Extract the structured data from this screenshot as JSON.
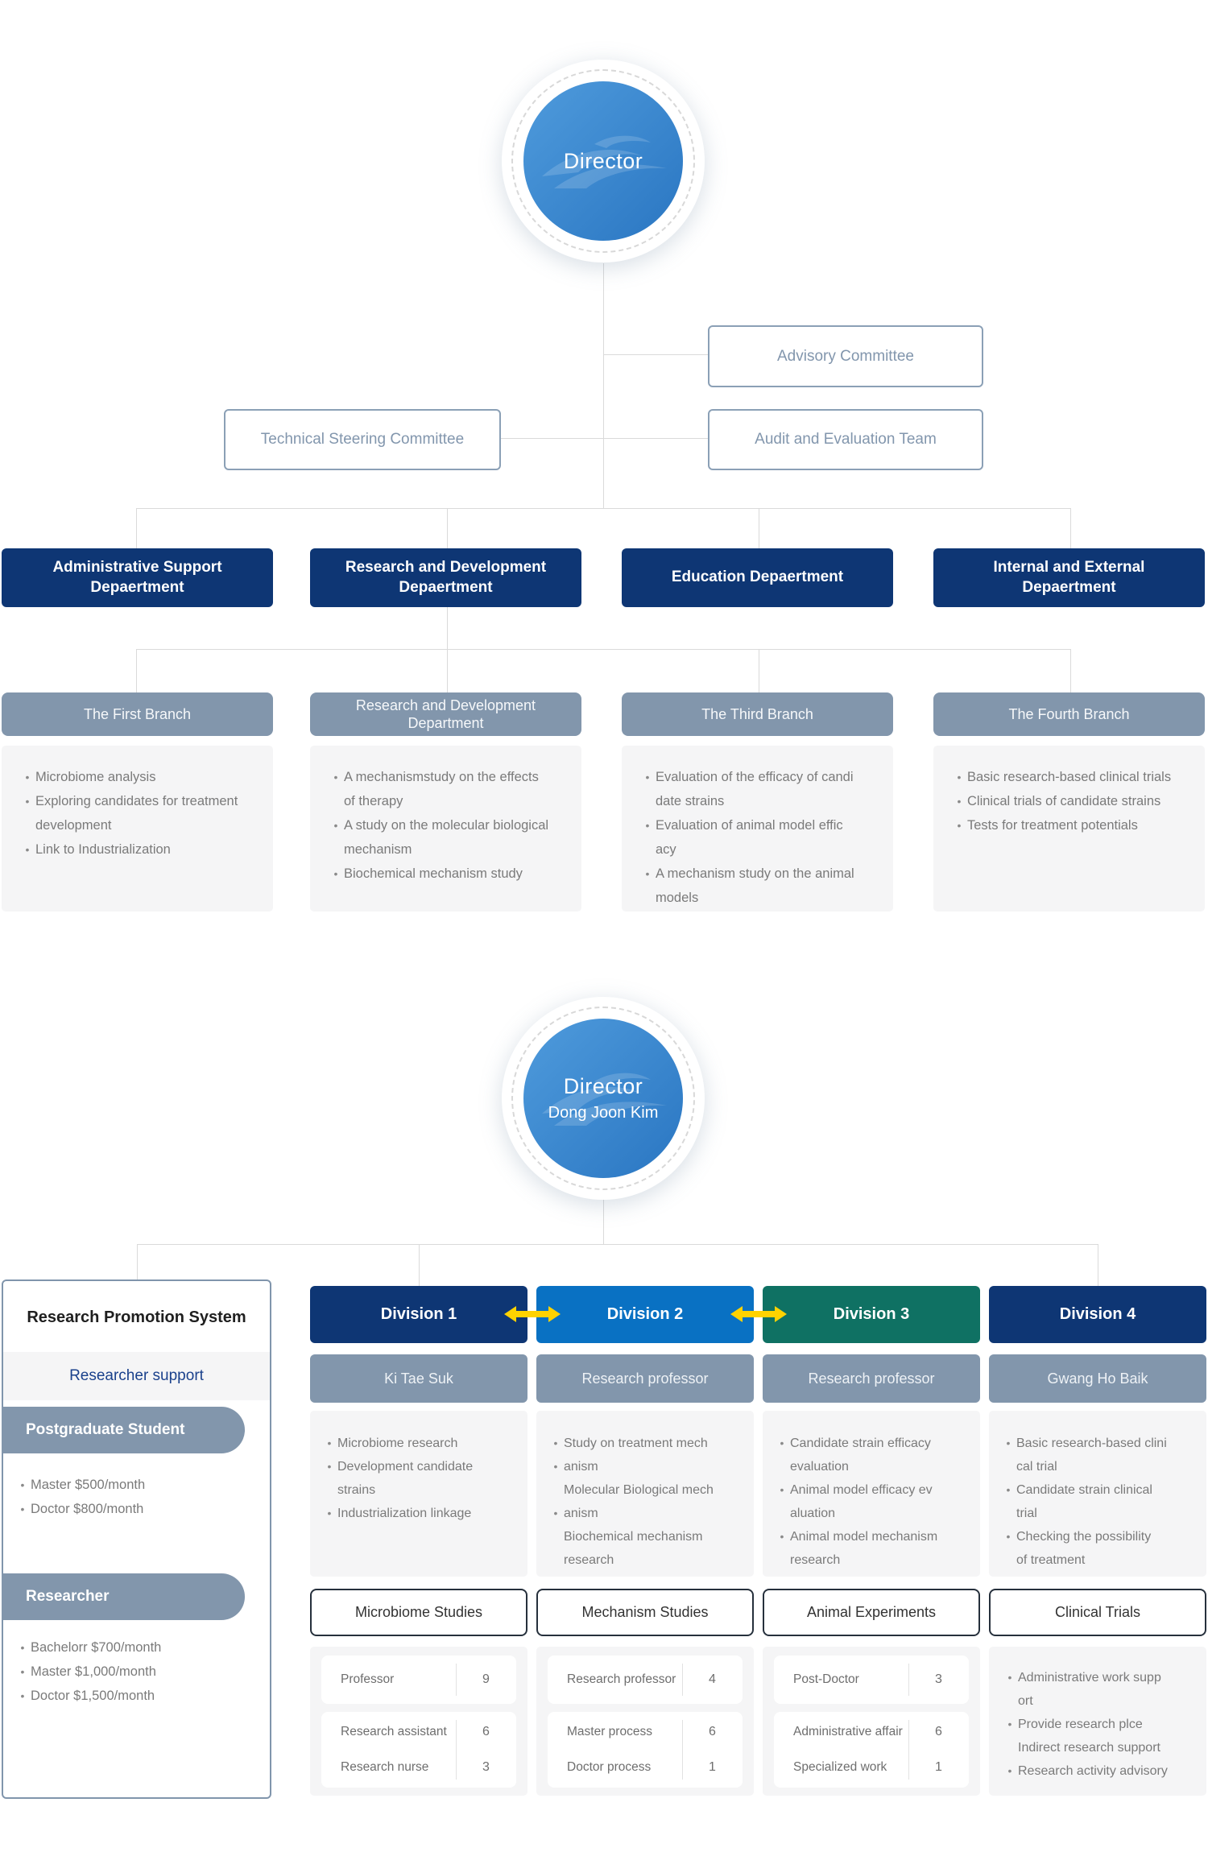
{
  "palette": {
    "navy": "#0e3674",
    "blue": "#0971c3",
    "teal": "#0f7163",
    "steel_gray": "#8296ac",
    "panel_gray": "#f5f5f6",
    "outline_blue_gray": "#8095ac",
    "connector_gray": "#dadada",
    "bullet_text_gray": "#7a7a7a",
    "arrow_gold": "#ffd200",
    "circle_gradient_start": "#4f9bdc",
    "circle_gradient_end": "#2a76c2",
    "subtitle_navy": "#1a418c"
  },
  "top": {
    "director": "Director",
    "advisory": "Advisory Committee",
    "technical": "Technical Steering Committee",
    "audit": "Audit and Evaluation Team",
    "departments": [
      "Administrative Support Depaertment",
      "Research and Development Depaertment",
      "Education Depaertment",
      "Internal and External Depaertment"
    ],
    "branches": [
      {
        "title": "The First Branch",
        "lines": [
          {
            "b": 1,
            "t": "Microbiome analysis"
          },
          {
            "b": 1,
            "t": "Exploring candidates for treatment"
          },
          {
            "b": 0,
            "t": "development"
          },
          {
            "b": 1,
            "t": "Link to Industrialization"
          }
        ]
      },
      {
        "title": "Research and Development Department",
        "lines": [
          {
            "b": 1,
            "t": "A mechanismstudy on the effects"
          },
          {
            "b": 0,
            "t": "of therapy"
          },
          {
            "b": 1,
            "t": "A study on the molecular biological"
          },
          {
            "b": 0,
            "t": "mechanism"
          },
          {
            "b": 1,
            "t": "Biochemical mechanism study"
          }
        ]
      },
      {
        "title": "The Third Branch",
        "lines": [
          {
            "b": 1,
            "t": "Evaluation of the efficacy of candi"
          },
          {
            "b": 0,
            "t": "date strains"
          },
          {
            "b": 1,
            "t": "Evaluation of animal model effic"
          },
          {
            "b": 0,
            "t": "acy"
          },
          {
            "b": 1,
            "t": "A mechanism study on the animal"
          },
          {
            "b": 0,
            "t": "models"
          }
        ]
      },
      {
        "title": "The Fourth Branch",
        "lines": [
          {
            "b": 1,
            "t": "Basic research-based clinical trials"
          },
          {
            "b": 1,
            "t": "Clinical trials of candidate strains"
          },
          {
            "b": 1,
            "t": "Tests for treatment potentials"
          }
        ]
      }
    ]
  },
  "bottom": {
    "director": "Director",
    "director_name": "Dong Joon Kim",
    "promotion": {
      "title": "Research Promotion System",
      "subtitle": "Researcher support",
      "sections": [
        {
          "pill": "Postgraduate Student",
          "lines": [
            {
              "b": 1,
              "t": "Master $500/month"
            },
            {
              "b": 1,
              "t": "Doctor $800/month"
            }
          ]
        },
        {
          "pill": "Researcher",
          "lines": [
            {
              "b": 1,
              "t": "Bachelorr $700/month"
            },
            {
              "b": 1,
              "t": "Master $1,000/month"
            },
            {
              "b": 1,
              "t": "Doctor $1,500/month"
            }
          ]
        }
      ]
    },
    "divisions": [
      {
        "name": "Division 1",
        "head": "Ki Tae Suk",
        "lines": [
          {
            "b": 1,
            "t": "Microbiome research"
          },
          {
            "b": 1,
            "t": "Development candidate"
          },
          {
            "b": 0,
            "t": "strains"
          },
          {
            "b": 1,
            "t": "Industrialization linkage"
          }
        ],
        "label": "Microbiome Studies",
        "cards": [
          [
            {
              "role": "Professor",
              "count": "9"
            }
          ],
          [
            {
              "role": "Research assistant",
              "count": "6"
            },
            {
              "role": "Research nurse",
              "count": "3"
            }
          ]
        ]
      },
      {
        "name": "Division 2",
        "head": "Research professor",
        "lines": [
          {
            "b": 1,
            "t": "Study on treatment mech"
          },
          {
            "b": 1,
            "t": "anism"
          },
          {
            "b": 0,
            "t": "Molecular Biological mech"
          },
          {
            "b": 1,
            "t": "anism"
          },
          {
            "b": 0,
            "t": "Biochemical mechanism"
          },
          {
            "b": 0,
            "t": "research"
          }
        ],
        "label": "Mechanism Studies",
        "cards": [
          [
            {
              "role": "Research professor",
              "count": "4"
            }
          ],
          [
            {
              "role": "Master process",
              "count": "6"
            },
            {
              "role": "Doctor process",
              "count": "1"
            }
          ]
        ]
      },
      {
        "name": "Division 3",
        "head": "Research professor",
        "lines": [
          {
            "b": 1,
            "t": "Candidate strain efficacy"
          },
          {
            "b": 0,
            "t": "evaluation"
          },
          {
            "b": 1,
            "t": "Animal model efficacy ev"
          },
          {
            "b": 0,
            "t": "aluation"
          },
          {
            "b": 1,
            "t": "Animal model mechanism"
          },
          {
            "b": 0,
            "t": "research"
          }
        ],
        "label": "Animal Experiments",
        "cards": [
          [
            {
              "role": "Post-Doctor",
              "count": "3"
            }
          ],
          [
            {
              "role": "Administrative affair",
              "count": "6"
            },
            {
              "role": "Specialized work",
              "count": "1"
            }
          ]
        ]
      },
      {
        "name": "Division 4",
        "head": "Gwang Ho Baik",
        "lines": [
          {
            "b": 1,
            "t": "Basic research-based clini"
          },
          {
            "b": 0,
            "t": "cal trial"
          },
          {
            "b": 1,
            "t": "Candidate strain clinical"
          },
          {
            "b": 0,
            "t": "trial"
          },
          {
            "b": 1,
            "t": "Checking the possibility"
          },
          {
            "b": 0,
            "t": "of treatment"
          }
        ],
        "label": "Clinical Trials",
        "notes": [
          {
            "b": 1,
            "t": "Administrative work supp"
          },
          {
            "b": 0,
            "t": "ort"
          },
          {
            "b": 1,
            "t": "Provide research plce"
          },
          {
            "b": 0,
            "t": "Indirect research support"
          },
          {
            "b": 1,
            "t": "Research activity advisory"
          }
        ]
      }
    ]
  }
}
